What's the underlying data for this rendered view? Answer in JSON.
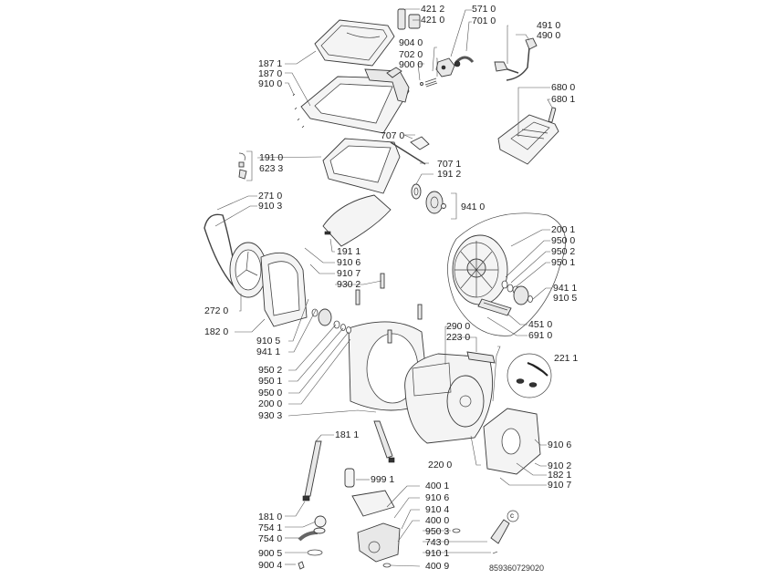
{
  "diagram": {
    "title": "Washing machine exploded parts diagram",
    "drawing_code": "859360729020",
    "labels": {
      "l4212": "421 2",
      "l4210": "421 0",
      "l5710": "571 0",
      "l7010": "701 0",
      "l4910": "491 0",
      "l4900": "490 0",
      "l9040": "904 0",
      "l7020": "702 0",
      "l9000": "900 0",
      "l1871": "187 1",
      "l1870": "187 0",
      "l9100": "910 0",
      "l6800": "680 0",
      "l6801": "680 1",
      "l7070": "707 0",
      "l7071": "707 1",
      "l1912": "191 2",
      "l9410": "941 0",
      "l1910": "191 0",
      "l6233": "623 3",
      "l2710": "271 0",
      "l9103": "910 3",
      "l1911": "191 1",
      "l9106a": "910 6",
      "l9107a": "910 7",
      "l9302": "930 2",
      "l2720": "272 0",
      "l1820": "182 0",
      "l9105a": "910 5",
      "l9411a": "941 1",
      "l2001": "200 1",
      "l9500a": "950 0",
      "l9502a": "950 2",
      "l9501a": "950 1",
      "l9411b": "941 1",
      "l9105b": "910 5",
      "l4510": "451 0",
      "l6910": "691 0",
      "l2900": "290 0",
      "l2230": "223 0",
      "l2211": "221 1",
      "l9502b": "950 2",
      "l9501b": "950 1",
      "l9500b": "950 0",
      "l2000": "200 0",
      "l9303": "930 3",
      "l9106b": "910 6",
      "l9102": "910 2",
      "l1821": "182 1",
      "l9107b": "910 7",
      "l1811": "181 1",
      "l2200": "220 0",
      "l9991": "999 1",
      "l4001": "400 1",
      "l9106c": "910 6",
      "l9104": "910 4",
      "l4000": "400 0",
      "l9503": "950 3",
      "l7430": "743 0",
      "l9101": "910 1",
      "l4009": "400 9",
      "l1810": "181 0",
      "l7541": "754 1",
      "l7540": "754 0",
      "l9005": "900 5",
      "l9004": "900 4",
      "detail_c": "c"
    }
  }
}
